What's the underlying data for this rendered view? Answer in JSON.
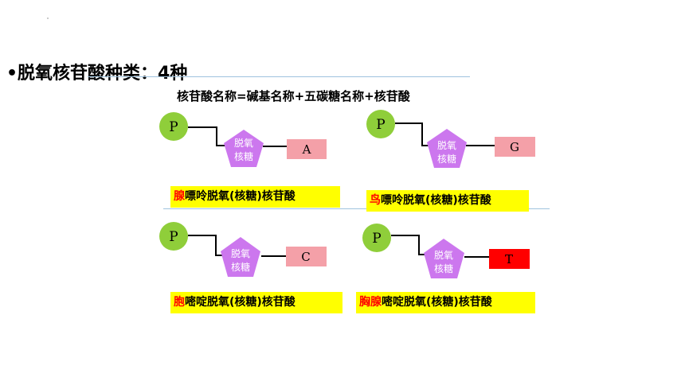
{
  "title": "•脱氧核苷酸种类：4种",
  "formula": "核苷酸名称=碱基名称+五碳糖名称+核苷酸",
  "nucleotides": [
    {
      "phosphate": "P",
      "sugar_line1": "脱氧",
      "sugar_line2": "核糖",
      "base": "A",
      "base_color": "#f4a0a8",
      "label_red": "腺",
      "label_rest": "嘌呤脱氧(核糖)核苷酸"
    },
    {
      "phosphate": "P",
      "sugar_line1": "脱氧",
      "sugar_line2": "核糖",
      "base": "G",
      "base_color": "#f4a0a8",
      "label_red": "鸟",
      "label_rest": "嘌呤脱氧(核糖)核苷酸"
    },
    {
      "phosphate": "P",
      "sugar_line1": "脱氧",
      "sugar_line2": "核糖",
      "base": "C",
      "base_color": "#f4a0a8",
      "label_red": "胞",
      "label_rest": "嘧啶脱氧(核糖)核苷酸"
    },
    {
      "phosphate": "P",
      "sugar_line1": "脱氧",
      "sugar_line2": "核糖",
      "base": "T",
      "base_color": "#ff0000",
      "label_red": "胸腺",
      "label_rest": "嘧啶脱氧(核糖)核苷酸"
    }
  ],
  "colors": {
    "phosphate": "#8fce3a",
    "sugar": "#cc77ee",
    "label_bg": "#ffff00"
  }
}
